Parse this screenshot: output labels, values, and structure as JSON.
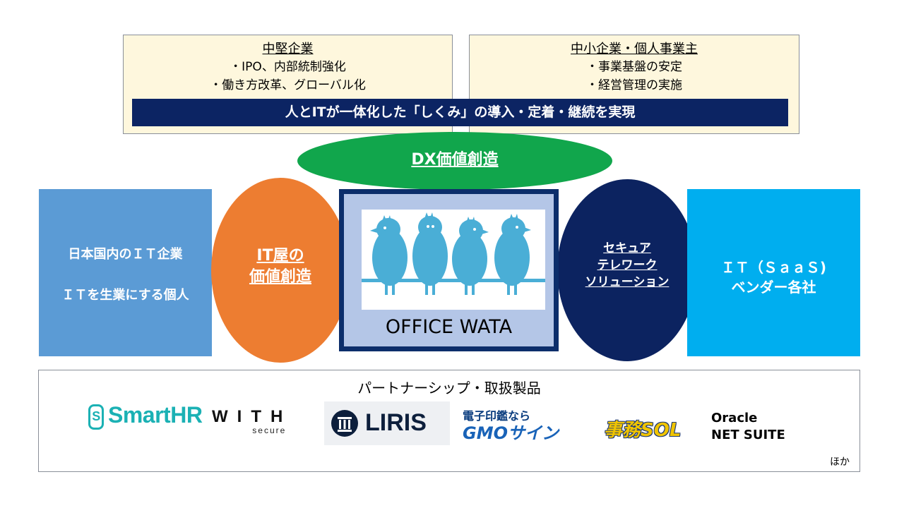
{
  "segments": {
    "mid": {
      "title": "中堅企業",
      "items": [
        "・IPO、内部統制強化",
        "・働き方改革、グローバル化"
      ]
    },
    "small": {
      "title": "中小企業・個人事業主",
      "items": [
        "・事業基盤の安定",
        "・経営管理の実施"
      ]
    }
  },
  "banner": "人とITが一体化した「しくみ」の導入・定着・継続を実現",
  "dx": "DX価値創造",
  "left_box": {
    "line1": "日本国内のＩＴ企業",
    "line2": "ＩＴを生業にする個人"
  },
  "orange_circle": {
    "line1": "IT屋の",
    "line2": "価値創造"
  },
  "center": {
    "label": "OFFICE WATA"
  },
  "navy_circle": {
    "line1": "セキュア",
    "line2": "テレワーク",
    "line3": "ソリューション"
  },
  "right_box": {
    "line1": "ＩＴ（ＳａａＳ)",
    "line2": "ベンダー各社"
  },
  "partners": {
    "title": "パートナーシップ・取扱製品",
    "logos": {
      "smarthr": "SmartHR",
      "smarthr_mark": "S",
      "withsecure_top": "WITH",
      "withsecure_bottom": "secure",
      "liris": "LIRIS",
      "gmo_top": "電子印鑑なら",
      "gmo_bottom": "GMOサイン",
      "jimu": "事務SOL",
      "oracle_line1": "Oracle",
      "oracle_line2": "NET SUITE"
    },
    "others": "ほか"
  },
  "colors": {
    "navy": "#0c2463",
    "green": "#11a64c",
    "orange": "#ed7d31",
    "steel_blue": "#5b9bd5",
    "cyan": "#00aeef",
    "cream": "#fef7dd",
    "bird_blue": "#4aaed6"
  }
}
